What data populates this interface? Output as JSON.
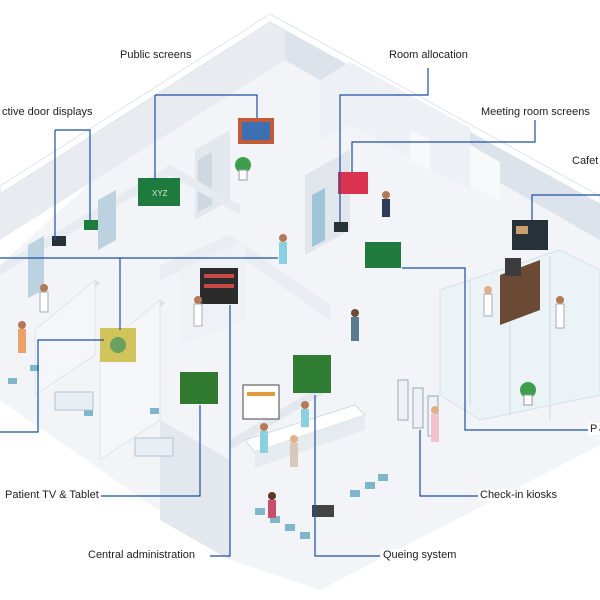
{
  "labels": {
    "public_screens": "Public screens",
    "room_allocation": "Room allocation",
    "door_displays": "ctive door displays",
    "meeting_room_screens": "Meeting room screens",
    "cafeteria": "Cafet",
    "patient_tv": "Patient TV & Tablet",
    "central_admin": "Central administration",
    "queuing": "Queing system",
    "checkin": "Check-in kiosks",
    "right_cut": "P"
  },
  "screens": {
    "xyz_text": "XYZ"
  },
  "colors": {
    "line": "#1c4fa3",
    "floor": "#f1f3f6",
    "wall": "#e6eaef",
    "wall_top": "#fafbfc",
    "screen_green": "#1f7a3e",
    "screen_dark": "#263238",
    "chair": "#7fb6c9",
    "scrub": "#8bd0e0"
  }
}
